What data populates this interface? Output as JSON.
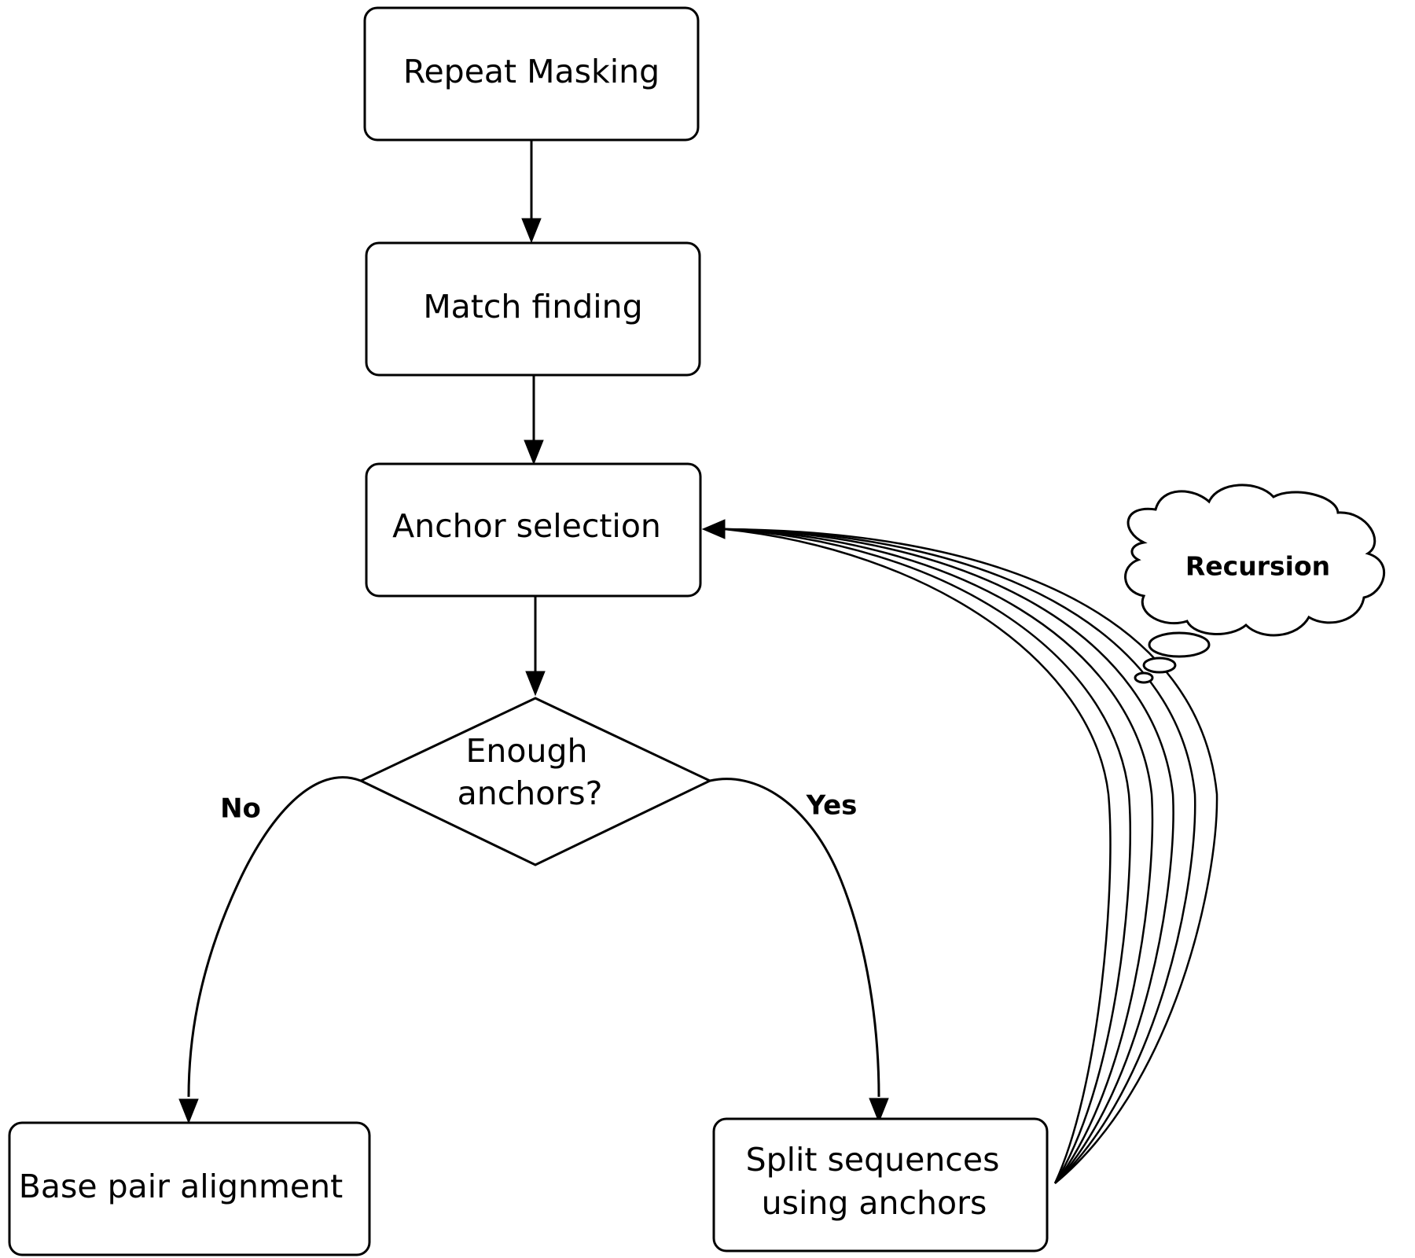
{
  "nodes": {
    "repeat_masking": "Repeat Masking",
    "match_finding": "Match finding",
    "anchor_selection": "Anchor selection",
    "decision_line1": "Enough",
    "decision_line2": "anchors?",
    "base_pair_alignment": "Base pair alignment",
    "split_line1": "Split sequences",
    "split_line2": "using anchors"
  },
  "branches": {
    "no": "No",
    "yes": "Yes"
  },
  "annotation": {
    "cloud": "Recursion"
  }
}
